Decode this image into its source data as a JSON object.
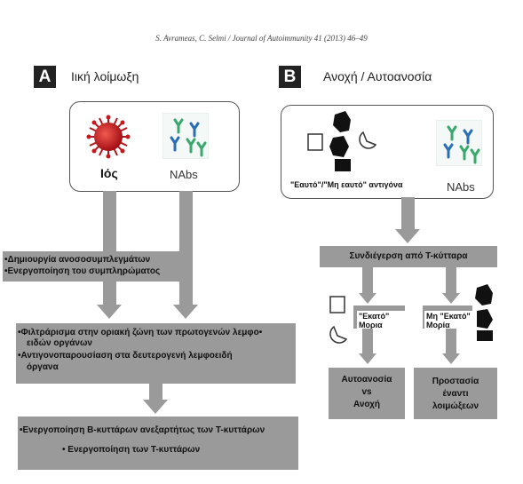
{
  "header": {
    "citation": "S. Avrameas, C. Selmi / Journal of Autoimmunity 41 (2013) 46–49"
  },
  "panel_a": {
    "letter": "A",
    "title": "Ιική λοίμωξη",
    "virus_label": "Ιός",
    "nabs_label": "NAbs",
    "box1_line1": "•Δημιουργία ανοσοσυμπλεγμάτων",
    "box1_line2": "•Ενεργοποίηση του συμπληρώματος",
    "box2_line1": "•Φιλτράρισμα στην οριακή ζώνη των πρωτογενών λεμφο•",
    "box2_line2": "ειδών οργάνων",
    "box2_line3": "•Αντιγονοπαρουσίαση στα δευτερογενή λεμφοειδή",
    "box2_line4": "όργανα",
    "box3_line1": "•Ενεργοποίηση Β-κυττάρων ανεξαρτήτως των Τ-κυττάρων",
    "box3_line2": "•    Ενεργοποίηση των Τ-κυττάρων"
  },
  "panel_b": {
    "letter": "B",
    "title": "Ανοχή / Αυτοανοσία",
    "antigen_label": "\"Εαυτό\"/\"Μη εαυτό\" αντιγόνα",
    "nabs_label": "NAbs",
    "recruit_label": "Συνδιέγερση από Τ-κύτταρα",
    "self_label": "\"Εκατό\" Μορια",
    "nonself_label": "Μη \"Εκατό\" Μορία",
    "outcome_left_line1": "Αυτοανοσία",
    "outcome_left_line2": "vs",
    "outcome_left_line3": "Ανοχή",
    "outcome_right_line1": "Προστασία",
    "outcome_right_line2": "έναντι",
    "outcome_right_line3": "λοιμώξεων"
  },
  "colors": {
    "box_gray": "#9a9a9a",
    "virus_red": "#c8161d",
    "antibody_green": "#3aa76d",
    "antibody_blue": "#2a6fb5"
  }
}
